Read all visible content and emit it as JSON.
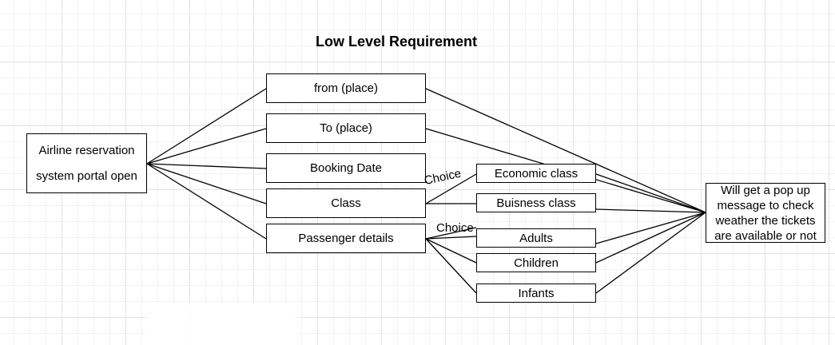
{
  "diagram": {
    "title": "Low Level Requirement",
    "start_node": "Airline reservation system portal open",
    "inputs": {
      "from": "from (place)",
      "to": "To (place)",
      "booking_date": "Booking Date",
      "class": "Class",
      "passenger_details": "Passenger details"
    },
    "class_options": {
      "economic": "Economic class",
      "business": "Buisness class"
    },
    "passenger_options": {
      "adults": "Adults",
      "children": "Children",
      "infants": "Infants"
    },
    "choice_labels": [
      "Choice",
      "Choice"
    ],
    "result_node": "Will get a pop up message to check weather the tickets are available or not",
    "colors": {
      "stroke": "#000000",
      "grid": "#e3e3e3",
      "background": "#ffffff"
    }
  }
}
